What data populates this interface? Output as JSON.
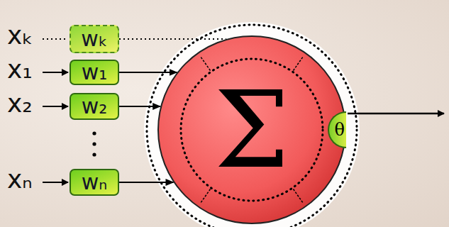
{
  "diagram": {
    "nodes": [
      {
        "text": [
          "wₖ"
        ]
      },
      {
        "text": [
          "w₁"
        ]
      },
      {
        "text": [
          "w₂"
        ]
      },
      {
        "text": [
          "wₙ"
        ]
      },
      {
        "text": [
          "Σ"
        ]
      },
      {
        "text": [
          "θ"
        ],
        "in": 4
      }
    ],
    "edges": [
      {
        "from": 0,
        "to": 4,
        "arrow": "none"
      },
      {
        "from": 1,
        "to": 4,
        "arrow": "to"
      },
      {
        "from": 2,
        "to": 4,
        "arrow": "to"
      },
      {
        "from": 3,
        "to": 4,
        "arrow": "to"
      }
    ],
    "labels": [
      "xₖ",
      "x₁",
      "x₂",
      "xₙ"
    ]
  }
}
